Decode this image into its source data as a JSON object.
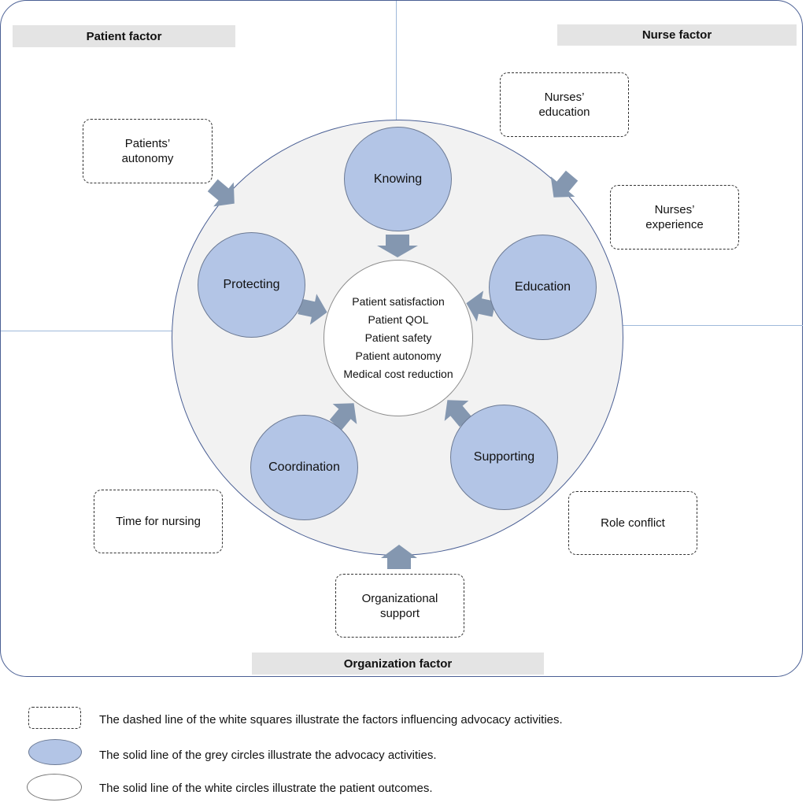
{
  "factors": {
    "patient": "Patient factor",
    "nurse": "Nurse factor",
    "organization": "Organization factor"
  },
  "activities": {
    "knowing": "Knowing",
    "protecting": "Protecting",
    "education": "Education",
    "coordination": "Coordination",
    "supporting": "Supporting"
  },
  "outcomes": [
    "Patient satisfaction",
    "Patient QOL",
    "Patient safety",
    "Patient autonomy",
    "Medical cost reduction"
  ],
  "influences": {
    "patients_autonomy": "Patients’\nautonomy",
    "nurses_education": "Nurses’\neducation",
    "nurses_experience": "Nurses’\nexperience",
    "time_for_nursing": "Time for nursing",
    "role_conflict": "Role conflict",
    "organizational_support": "Organizational\nsupport"
  },
  "legend": {
    "dashed_box": "The dashed line of the white squares illustrate the factors influencing advocacy activities.",
    "grey_circle": "The solid line of the grey circles illustrate the advocacy activities.",
    "white_circle": "The solid line of the white circles illustrate the patient outcomes."
  },
  "colors": {
    "activity_fill": "#b3c5e6",
    "arrow_fill": "#8497b0",
    "frame_stroke": "#4a5f94",
    "label_fill": "#e4e4e4"
  }
}
